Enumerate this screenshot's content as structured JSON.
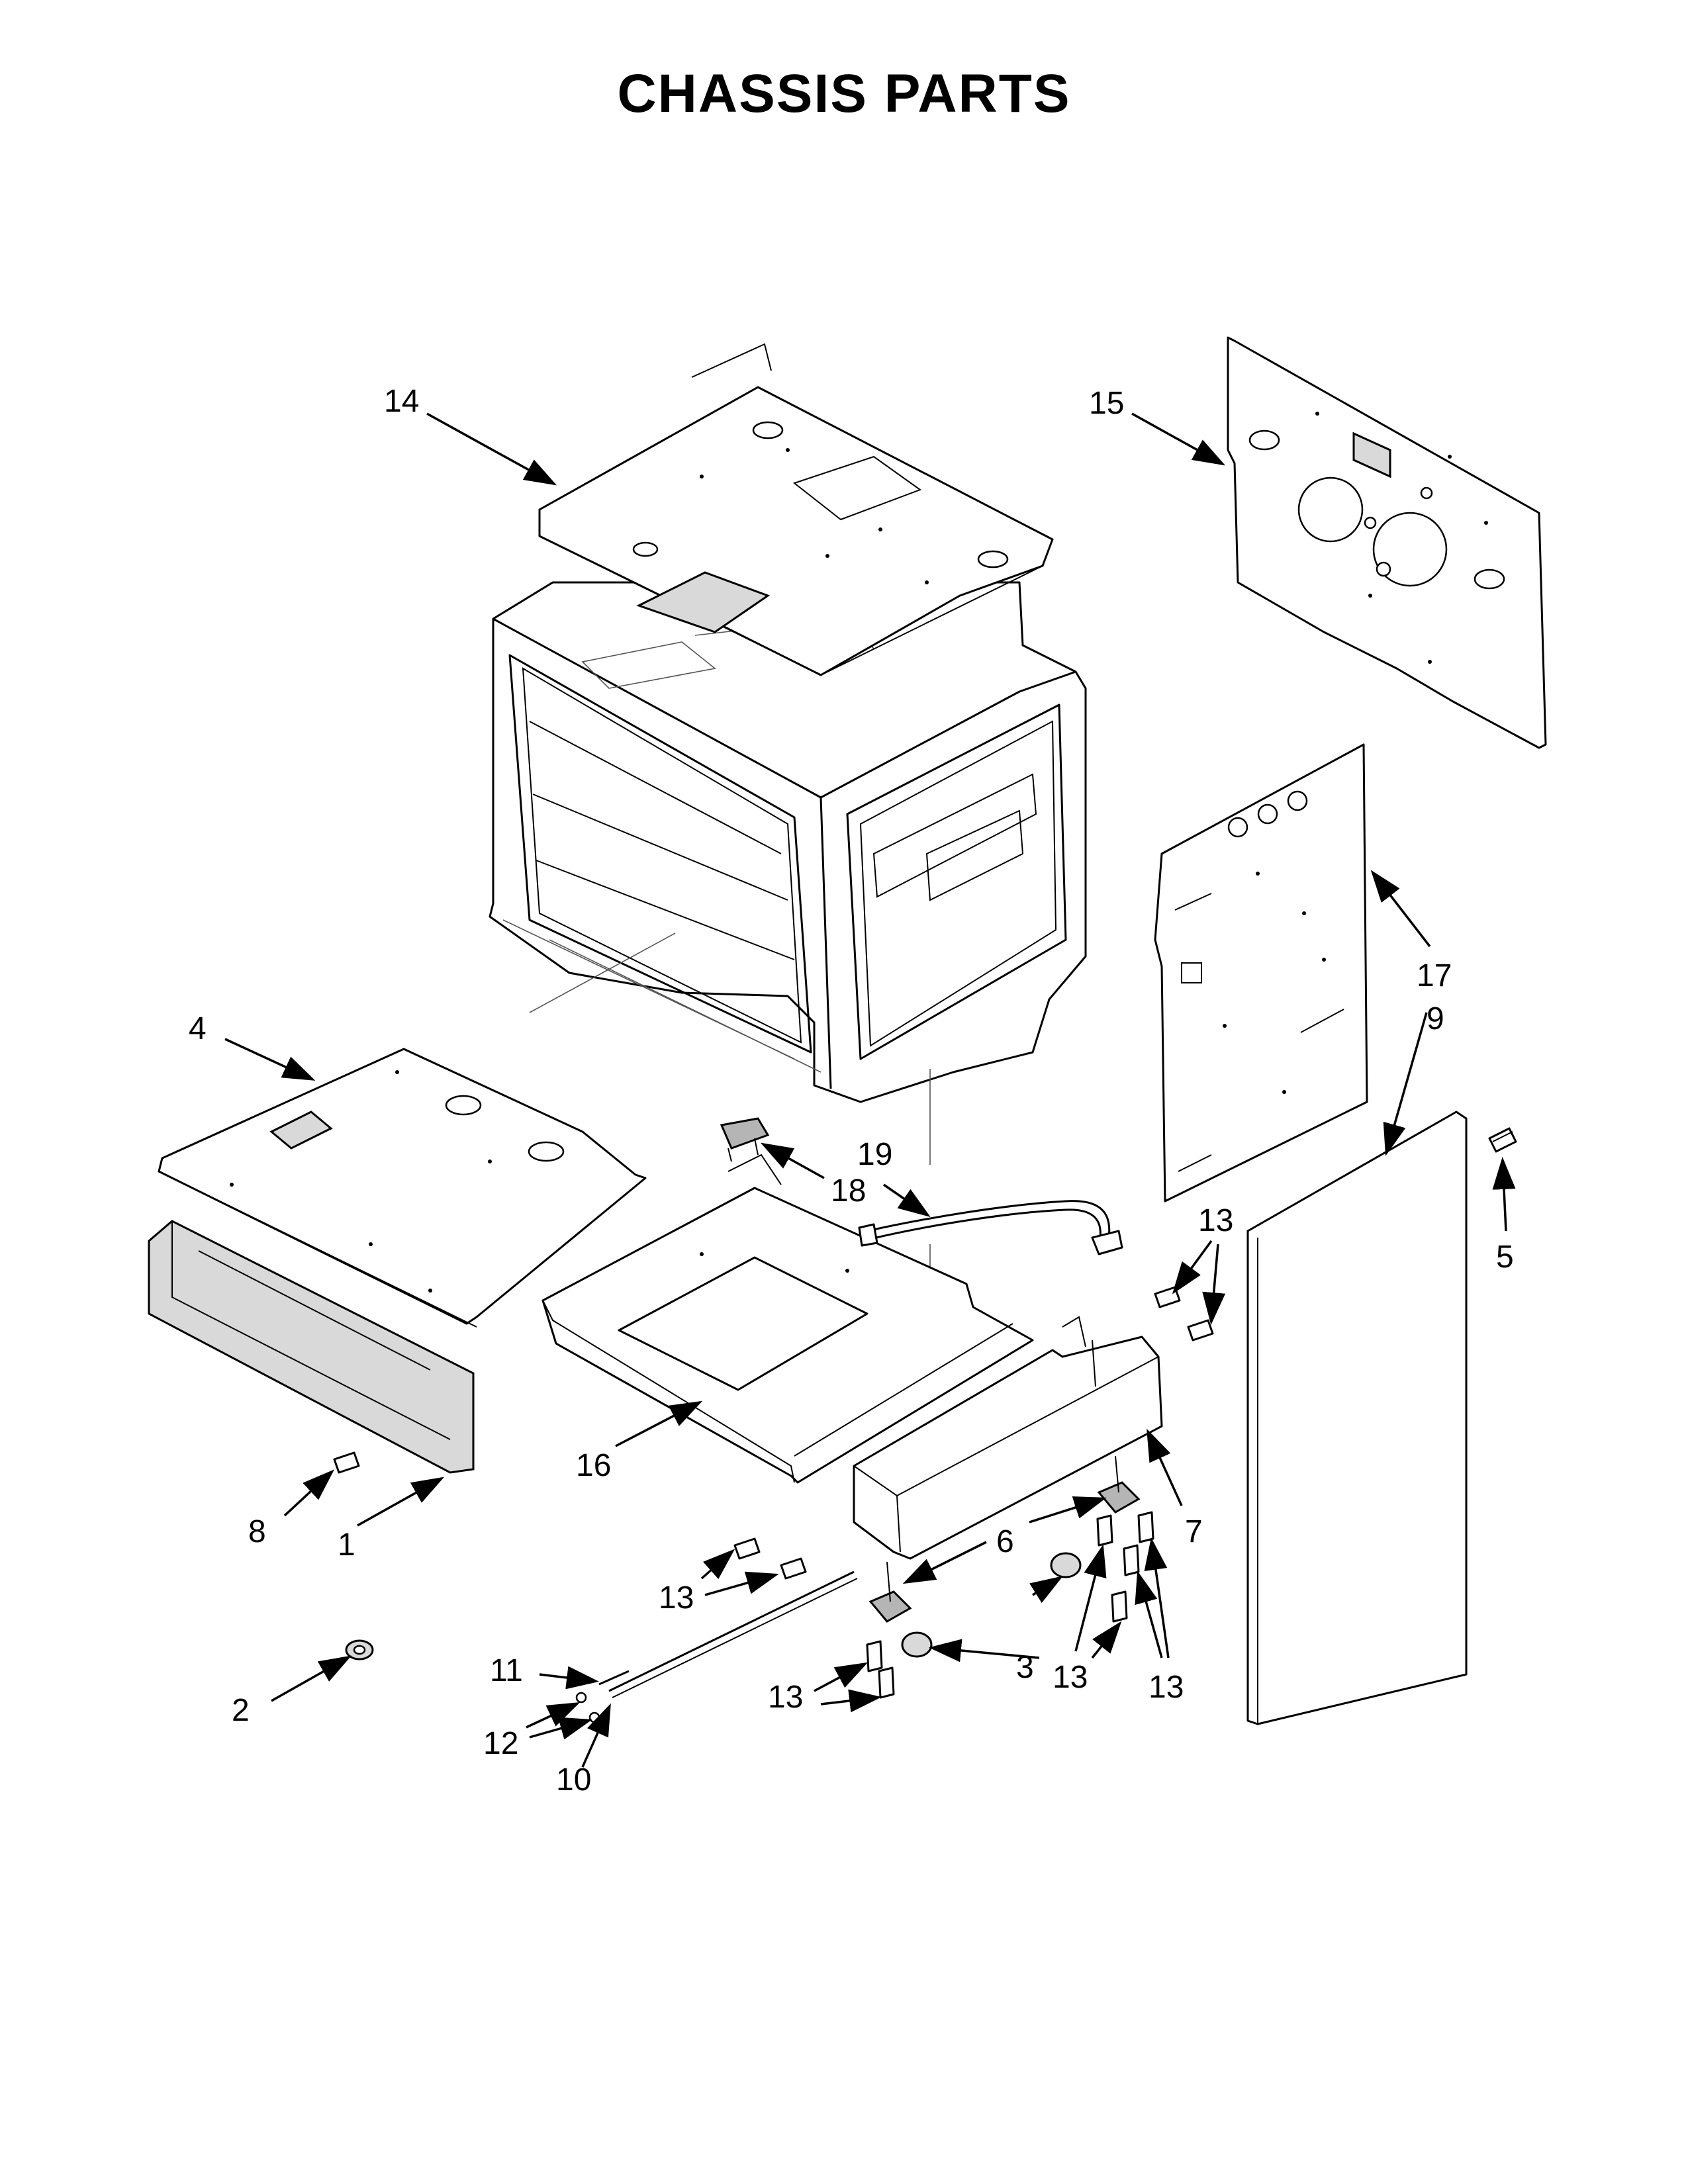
{
  "title": "CHASSIS PARTS",
  "callouts": [
    {
      "label": "14"
    },
    {
      "label": "15"
    },
    {
      "label": "4"
    },
    {
      "label": "17"
    },
    {
      "label": "9"
    },
    {
      "label": "19"
    },
    {
      "label": "18"
    },
    {
      "label": "5"
    },
    {
      "label": "13"
    },
    {
      "label": "16"
    },
    {
      "label": "7"
    },
    {
      "label": "8"
    },
    {
      "label": "1"
    },
    {
      "label": "6"
    },
    {
      "label": "13"
    },
    {
      "label": "3"
    },
    {
      "label": "13"
    },
    {
      "label": "13"
    },
    {
      "label": "11"
    },
    {
      "label": "2"
    },
    {
      "label": "12"
    },
    {
      "label": "13"
    },
    {
      "label": "10"
    }
  ]
}
